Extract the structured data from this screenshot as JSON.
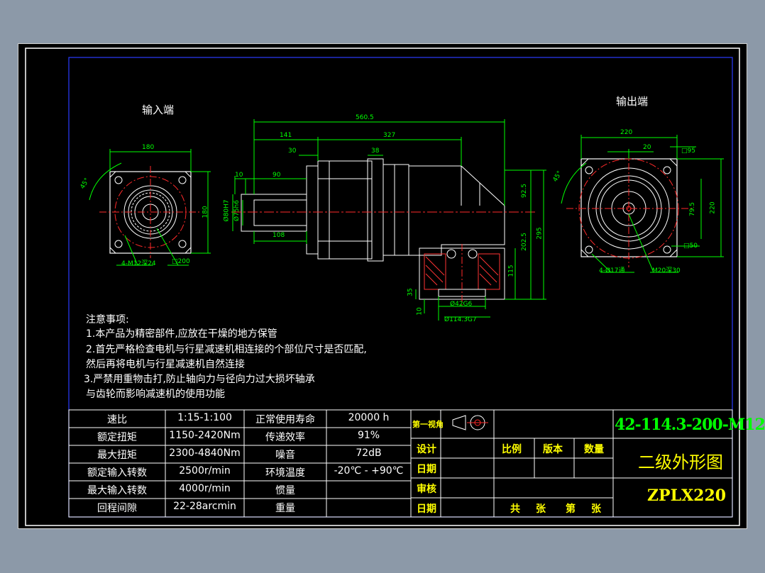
{
  "colors": {
    "background": "#000000",
    "frame": "#ffffff",
    "inner_frame": "#2a3cff",
    "dimension": "#00ff00",
    "outline": "#ffffff",
    "center_line": "#ff2a2a",
    "title_text": "#ffff00",
    "title_code": "#00ff00",
    "hatch": "#ff3333"
  },
  "views": {
    "input_label": "输入端",
    "output_label": "输出端"
  },
  "dimensions": {
    "left": {
      "width": "180",
      "height": "180",
      "angle": "45°",
      "bolt": "4-M12深24",
      "pcd": "□200"
    },
    "side": {
      "total_length": "560.5",
      "d141": "141",
      "d327": "327",
      "d30": "30",
      "d38": "38",
      "d10": "10",
      "d90": "90",
      "d108": "108",
      "bore": "Ø80H7",
      "shaft": "Ø75h6",
      "h92_5": "92.5",
      "h202_5": "202.5",
      "h295": "295",
      "h115": "115",
      "h35": "35",
      "h10": "10",
      "d42g6": "Ø42G6",
      "d114_3g7": "Ø114.3G7"
    },
    "right": {
      "width": "220",
      "height": "220",
      "d20": "20",
      "d79_5": "79.5",
      "sq95": "□95",
      "sq50": "□50",
      "angle": "45°",
      "holes": "4-Ø17通",
      "thread": "M20深30"
    }
  },
  "notes": {
    "heading": "注意事项:",
    "line1": "1.本产品为精密部件,应放在干燥的地方保管",
    "line2": "2.首先严格检查电机与行星减速机相连接的个部位尺寸是否匹配,",
    "line3": "然后再将电机与行星减速机自然连接",
    "line4": "3.严禁用重物击打,防止轴向力与径向力过大损坏轴承",
    "line5": "与齿轮而影响减速机的使用功能"
  },
  "spec_table": {
    "rows": [
      {
        "label": "速比",
        "value": "1:15-1:100",
        "label2": "正常使用寿命",
        "value2": "20000 h"
      },
      {
        "label": "额定扭矩",
        "value": "1150-2420Nm",
        "label2": "传递效率",
        "value2": "91%"
      },
      {
        "label": "最大扭矩",
        "value": "2300-4840Nm",
        "label2": "噪音",
        "value2": "72dB"
      },
      {
        "label": "额定输入转数",
        "value": "2500r/min",
        "label2": "环境温度",
        "value2": "-20℃ - +90℃"
      },
      {
        "label": "最大输入转数",
        "value": "4000r/min",
        "label2": "惯量",
        "value2": ""
      },
      {
        "label": "回程间隙",
        "value": "22-28arcmin",
        "label2": "重量",
        "value2": ""
      }
    ]
  },
  "title_block": {
    "first_view": "第一视角",
    "design": "设计",
    "date1": "日期",
    "review": "审核",
    "date2": "日期",
    "scale": "比例",
    "version": "版本",
    "quantity": "数量",
    "total_sheets": "共",
    "sheet_unit": "张",
    "sheet_no": "第",
    "sheet_unit2": "张",
    "code": "42-114.3-200-M12",
    "title": "二级外形图",
    "model": "ZPLX220"
  }
}
